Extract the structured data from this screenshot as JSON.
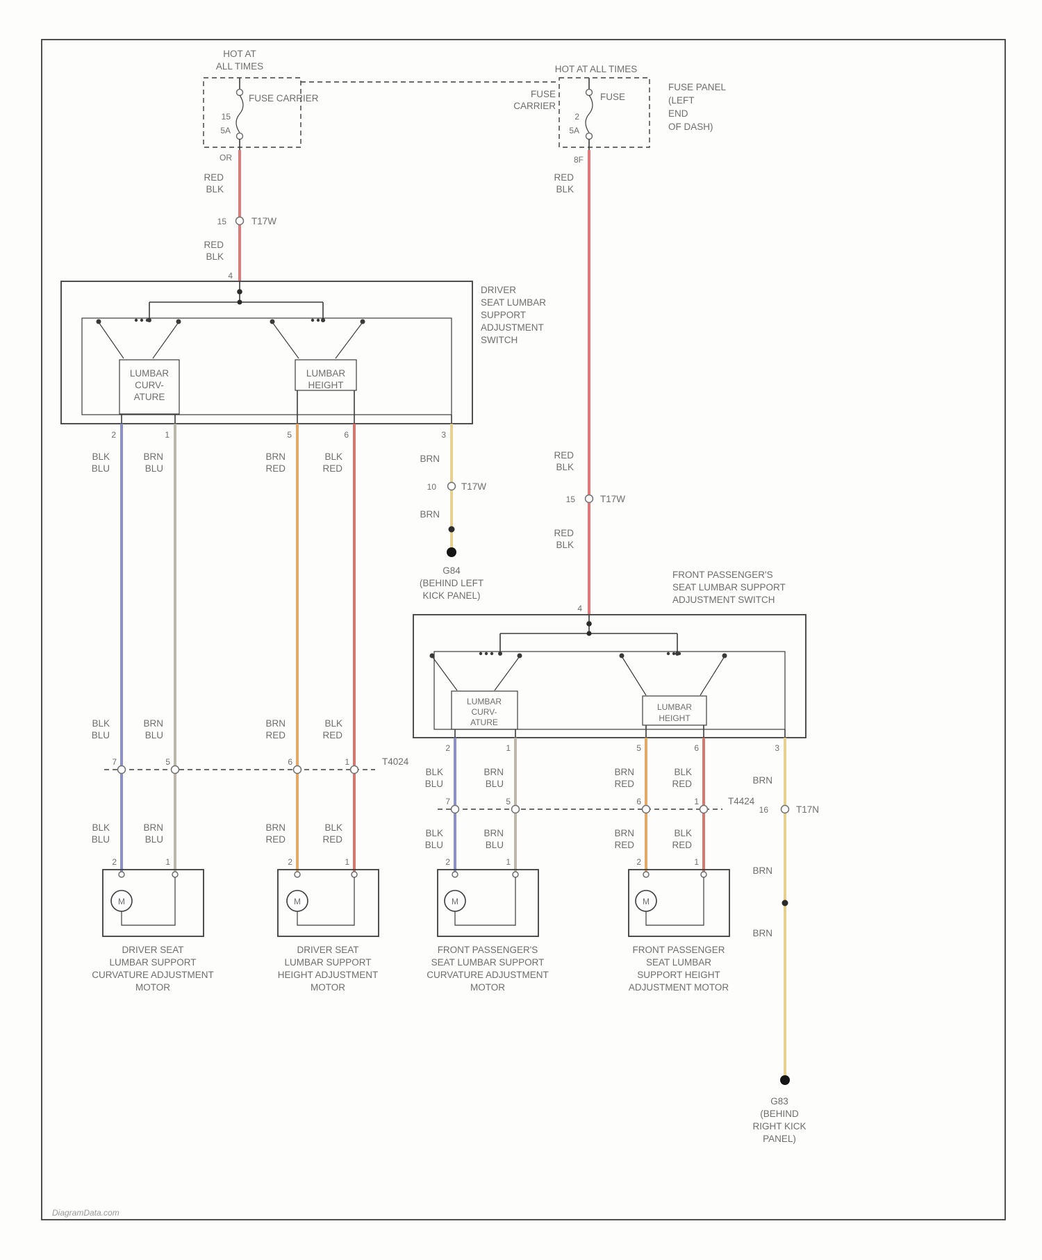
{
  "meta": {
    "watermark": "DiagramData.com",
    "motor_symbol": "M"
  },
  "colors": {
    "red_blk": "#d96b6b",
    "blk_blu": "#7d85c2",
    "brn_blu": "#b7b0a3",
    "brn_red": "#e0a058",
    "blk_red": "#cf6a5f",
    "brn": "#e2cb85",
    "line": "#3c3c3c",
    "text": "#6e6e6e"
  },
  "power_left": {
    "hot": [
      "HOT AT",
      "ALL TIMES"
    ],
    "carrier": "FUSE CARRIER",
    "number": "15",
    "rating": "5A",
    "terminal": "OR"
  },
  "power_right": {
    "hot": "HOT AT ALL TIMES",
    "carrier": [
      "FUSE",
      "CARRIER"
    ],
    "fuse": "FUSE",
    "number": "2",
    "rating": "5A",
    "panel": [
      "FUSE PANEL",
      "(LEFT",
      "END",
      "OF DASH)"
    ],
    "terminal": "8F"
  },
  "wire_labels": {
    "red_blk": [
      "RED",
      "BLK"
    ],
    "blk_blu": [
      "BLK",
      "BLU"
    ],
    "brn_blu": [
      "BRN",
      "BLU"
    ],
    "brn_red": [
      "BRN",
      "RED"
    ],
    "blk_red": [
      "BLK",
      "RED"
    ],
    "brn": "BRN"
  },
  "pinno": {
    "p1": "1",
    "p2": "2",
    "p3": "3",
    "p4": "4",
    "p5": "5",
    "p6": "6",
    "p7": "7",
    "p10": "10",
    "p15": "15",
    "p16": "16"
  },
  "connectors": {
    "t17w": "T17W",
    "t17n": "T17N",
    "t4024": "T4024",
    "t4424": "T4424"
  },
  "switch_labels": {
    "curvature": [
      "LUMBAR",
      "CURV-",
      "ATURE"
    ],
    "height": [
      "LUMBAR",
      "HEIGHT"
    ]
  },
  "driver_switch": {
    "title": [
      "DRIVER",
      "SEAT LUMBAR",
      "SUPPORT",
      "ADJUSTMENT",
      "SWITCH"
    ]
  },
  "pass_switch": {
    "title": [
      "FRONT PASSENGER'S",
      "SEAT LUMBAR SUPPORT",
      "ADJUSTMENT SWITCH"
    ]
  },
  "grounds": {
    "left": [
      "G84",
      "(BEHIND LEFT",
      "KICK PANEL)"
    ],
    "right": [
      "G83",
      "(BEHIND",
      "RIGHT KICK",
      "PANEL)"
    ]
  },
  "motors": {
    "driver_curvature": [
      "DRIVER SEAT",
      "LUMBAR SUPPORT",
      "CURVATURE ADJUSTMENT",
      "MOTOR"
    ],
    "driver_height": [
      "DRIVER SEAT",
      "LUMBAR SUPPORT",
      "HEIGHT ADJUSTMENT",
      "MOTOR"
    ],
    "pass_curvature": [
      "FRONT PASSENGER'S",
      "SEAT LUMBAR SUPPORT",
      "CURVATURE ADJUSTMENT",
      "MOTOR"
    ],
    "pass_height": [
      "FRONT PASSENGER",
      "SEAT LUMBAR",
      "SUPPORT HEIGHT",
      "ADJUSTMENT MOTOR"
    ]
  }
}
